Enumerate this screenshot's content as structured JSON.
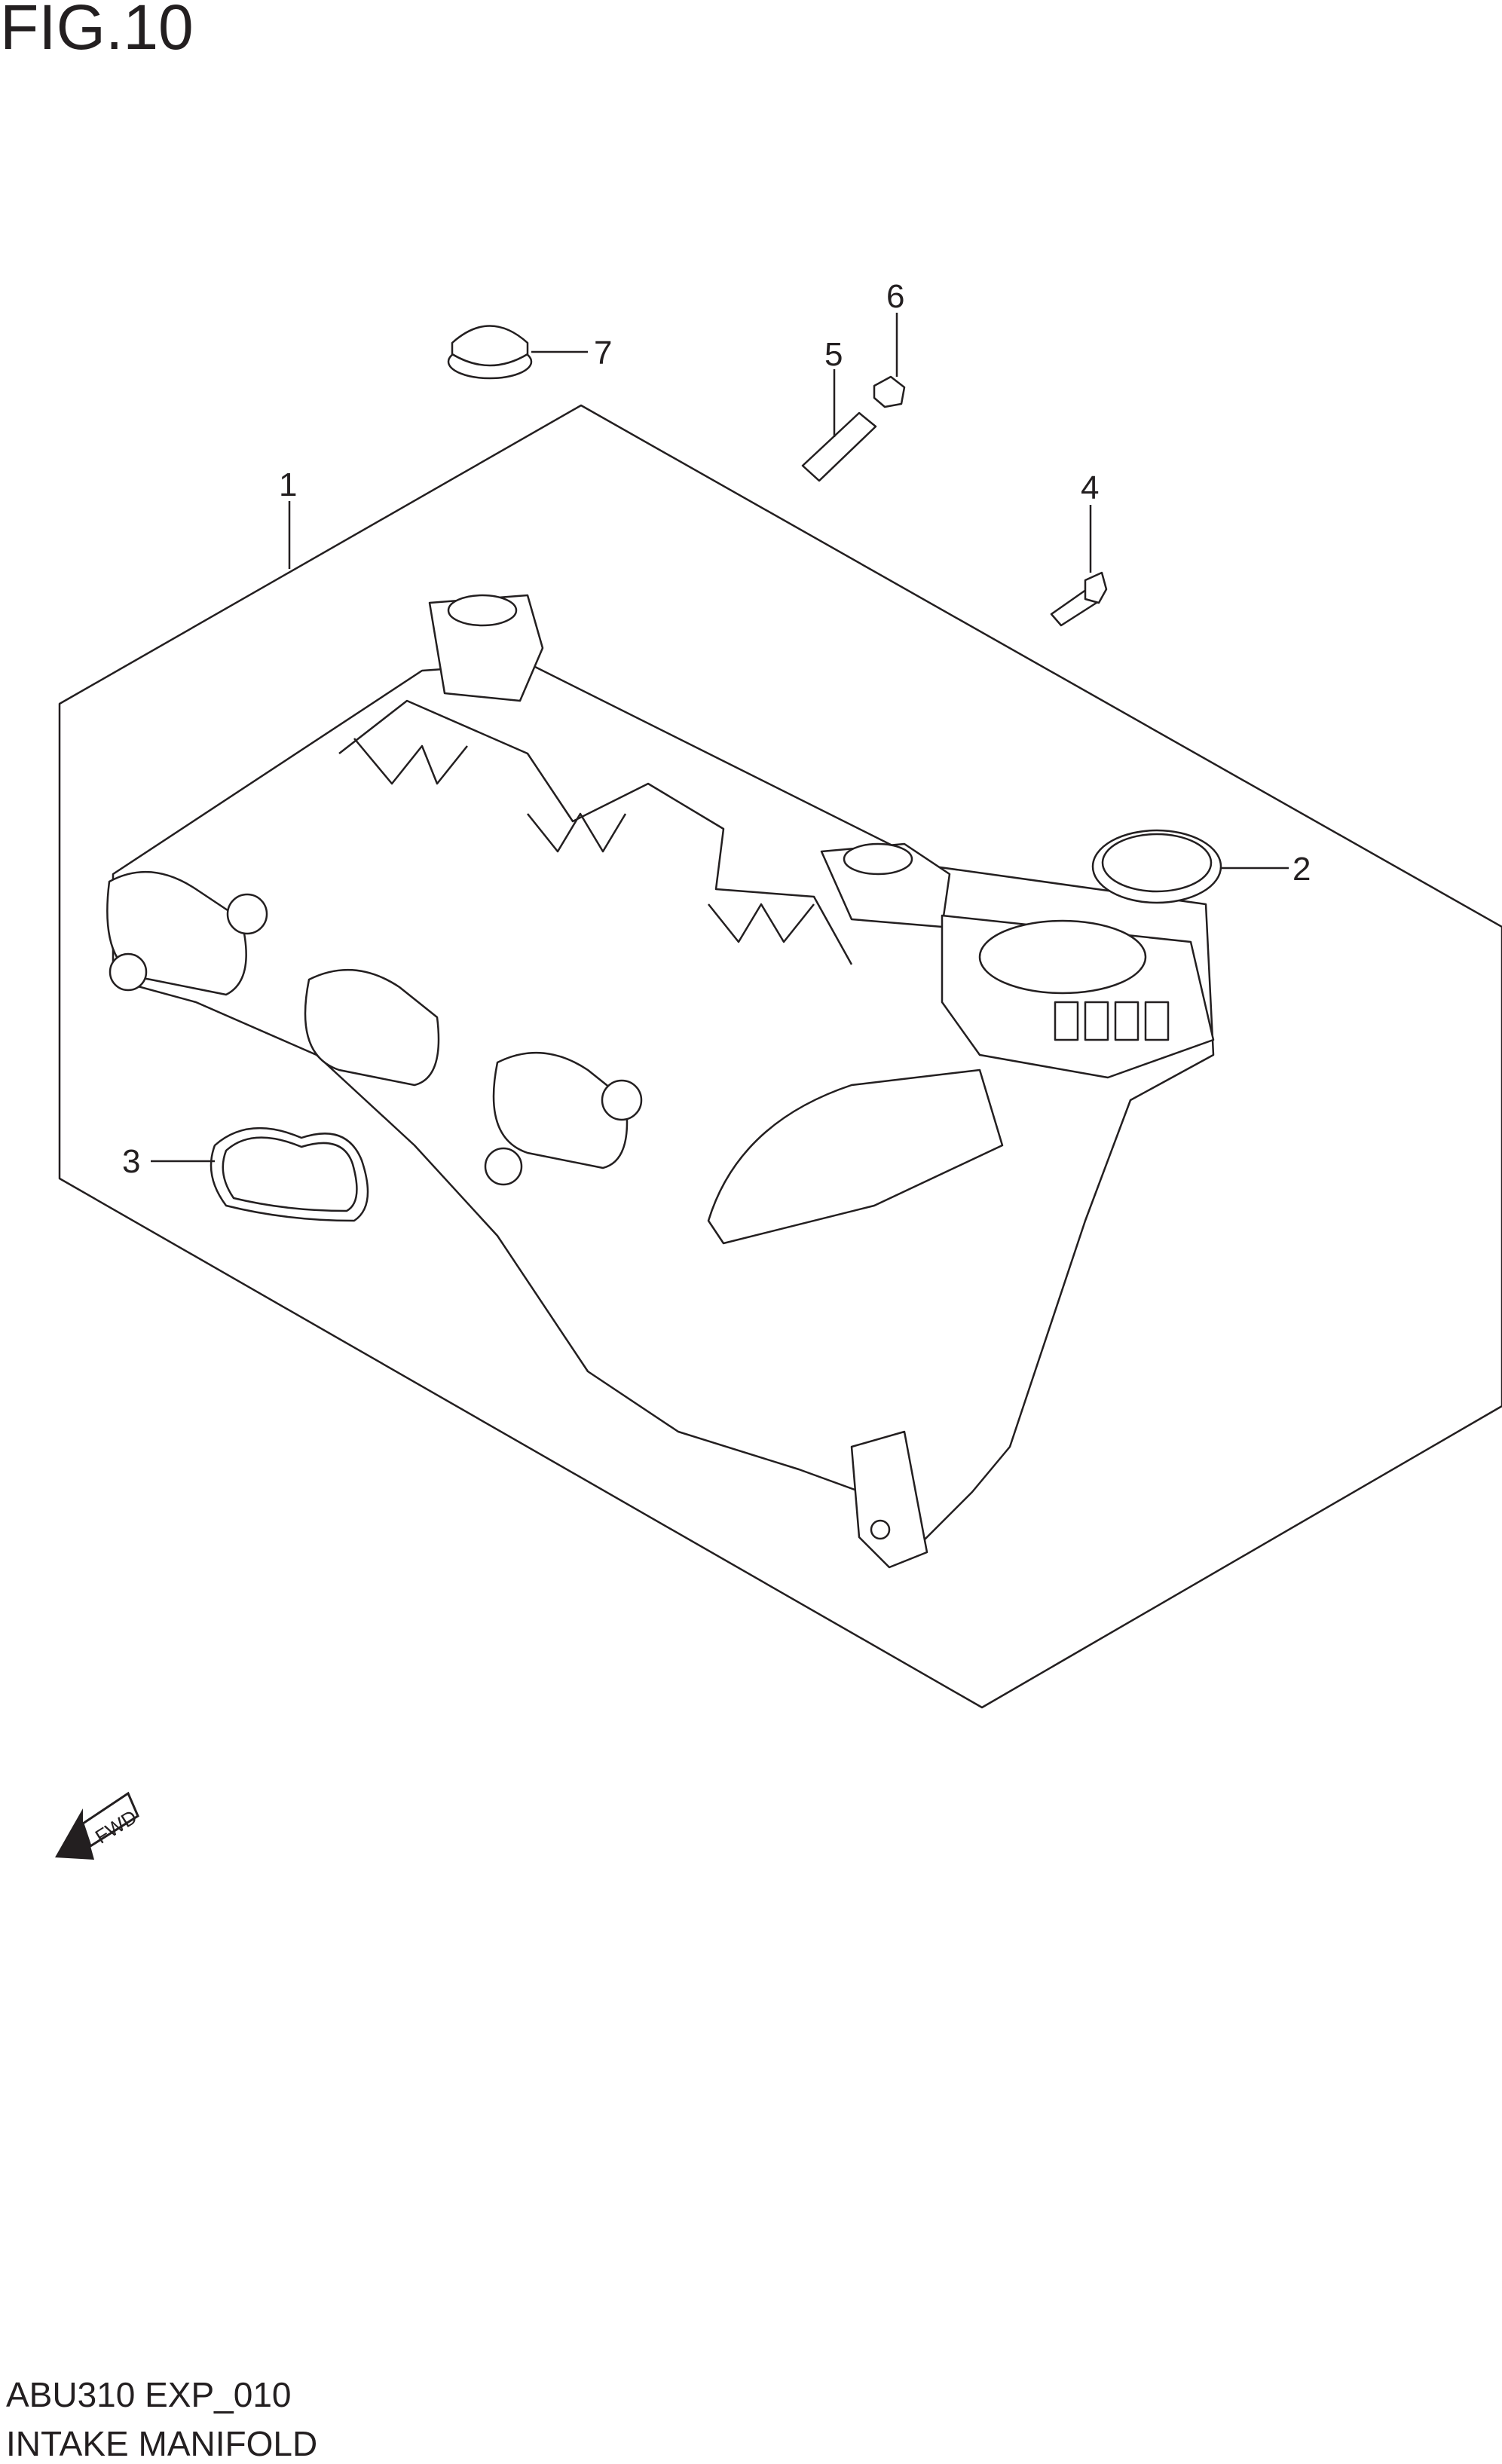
{
  "figure_label": "FIG.10",
  "callouts": [
    {
      "number": "1"
    },
    {
      "number": "2"
    },
    {
      "number": "3"
    },
    {
      "number": "4"
    },
    {
      "number": "5"
    },
    {
      "number": "6"
    },
    {
      "number": "7"
    }
  ],
  "direction_marker": "FWD",
  "footer": {
    "code": "ABU310 EXP_010",
    "title": "INTAKE MANIFOLD"
  }
}
